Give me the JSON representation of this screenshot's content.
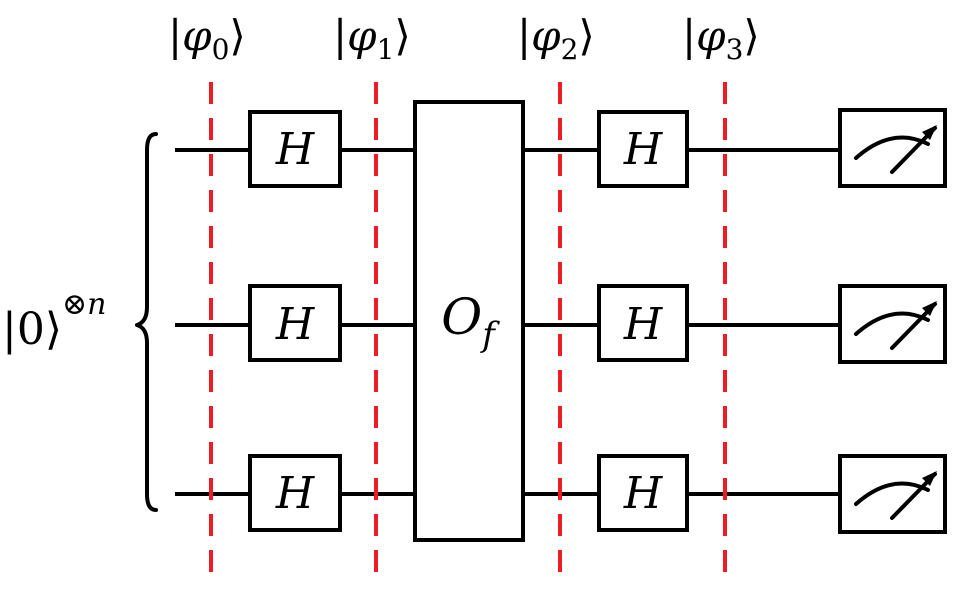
{
  "colors": {
    "barrier": "#ee1c25",
    "wire": "#000000",
    "background": "#ffffff"
  },
  "states": [
    {
      "bar": "|",
      "sym": "φ",
      "sub": "0",
      "ket": "⟩"
    },
    {
      "bar": "|",
      "sym": "φ",
      "sub": "1",
      "ket": "⟩"
    },
    {
      "bar": "|",
      "sym": "φ",
      "sub": "2",
      "ket": "⟩"
    },
    {
      "bar": "|",
      "sym": "φ",
      "sub": "3",
      "ket": "⟩"
    }
  ],
  "input": {
    "ket": "|0⟩",
    "exponent_op": "⊗",
    "exponent_var": "n"
  },
  "gates": {
    "hadamard_label": "H",
    "oracle_symbol": "O",
    "oracle_subscript": "f"
  },
  "icons": {
    "measurement": "meter-icon"
  },
  "qubit_count_shown": 3
}
